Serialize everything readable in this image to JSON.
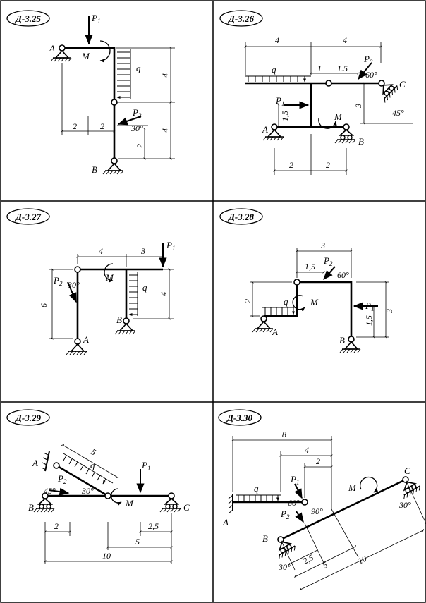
{
  "problems": [
    {
      "id": "Д-3.25",
      "labels": {
        "A": "A",
        "B": "B",
        "M": "M",
        "q": "q",
        "P1": "P",
        "P1s": "1",
        "P2": "P",
        "P2s": "2",
        "angle": "30°"
      },
      "dims": [
        "2",
        "2",
        "4",
        "4",
        "2"
      ]
    },
    {
      "id": "Д-3.26",
      "labels": {
        "A": "A",
        "B": "B",
        "C": "C",
        "M": "M",
        "q": "q",
        "P1": "P",
        "P1s": "1",
        "P2": "P",
        "P2s": "2",
        "angle1": "60°",
        "angle2": "45°"
      },
      "dims": [
        "4",
        "4",
        "1",
        "1.5",
        "1,5",
        "3",
        "2",
        "2"
      ]
    },
    {
      "id": "Д-3.27",
      "labels": {
        "A": "A",
        "B": "B",
        "M": "M",
        "q": "q",
        "P1": "P",
        "P1s": "1",
        "P2": "P",
        "P2s": "2",
        "angle": "30°"
      },
      "dims": [
        "4",
        "3",
        "6",
        "4"
      ]
    },
    {
      "id": "Д-3.28",
      "labels": {
        "A": "A",
        "B": "B",
        "M": "M",
        "q": "q",
        "P1": "P",
        "P1s": "1",
        "P2": "P",
        "P2s": "2",
        "angle": "60°"
      },
      "dims": [
        "3",
        "1,5",
        "2",
        "3",
        "1,5"
      ]
    },
    {
      "id": "Д-3.29",
      "labels": {
        "A": "A",
        "B": "B",
        "C": "C",
        "M": "M",
        "q": "q",
        "P1": "P",
        "P1s": "1",
        "P2": "P",
        "P2s": "2",
        "angle1": "45°",
        "angle2": "30°"
      },
      "dims": [
        "5",
        "2",
        "2,5",
        "5",
        "10"
      ]
    },
    {
      "id": "Д-3.30",
      "labels": {
        "A": "A",
        "B": "B",
        "C": "C",
        "M": "M",
        "q": "q",
        "P1": "P",
        "P1s": "1",
        "P2": "P",
        "P2s": "2",
        "angle1": "60°",
        "angle2": "90°",
        "angle3": "30°",
        "angle4": "30°"
      },
      "dims": [
        "8",
        "4",
        "2",
        "2,5",
        "5",
        "10"
      ]
    }
  ]
}
